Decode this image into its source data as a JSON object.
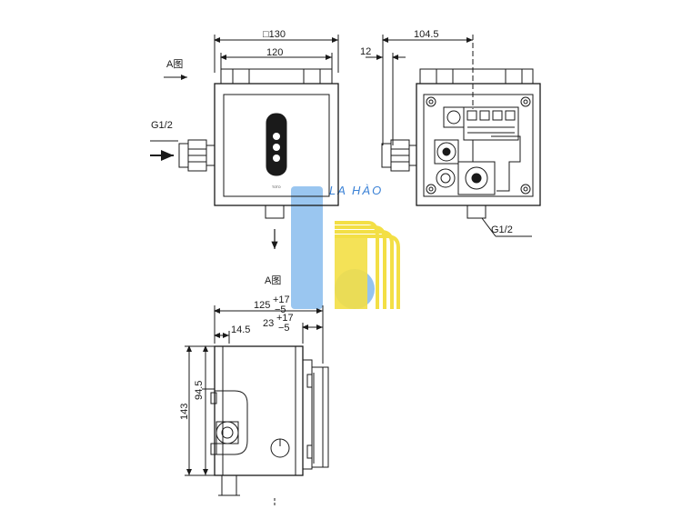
{
  "dimensions": {
    "top_width_outer": "□130",
    "top_width_inner": "120",
    "right_offset_small": "12",
    "right_offset_large": "104.5",
    "side_depth_main": "125",
    "side_depth_main_tol_upper": "+17",
    "side_depth_main_tol_lower": "−5",
    "side_depth_front": "23",
    "side_depth_front_tol_upper": "+17",
    "side_depth_front_tol_lower": "−5",
    "side_pipe_offset": "14.5",
    "side_height_total": "143",
    "side_height_partial": "94.5"
  },
  "labels": {
    "view_a_top": "A图",
    "view_a_bottom": "A图",
    "inlet_left": "G1/2",
    "outlet_right": "G1/2",
    "brand_mark": "TOTO"
  },
  "watermark": {
    "text": "LA HÀO",
    "blue": "#8fbff0",
    "yellow": "#f5e04a"
  },
  "colors": {
    "line": "#1a1a1a",
    "paper": "#ffffff"
  },
  "icons": [
    "arrow-right-icon",
    "arrow-down-icon",
    "sensor-window-icon"
  ]
}
